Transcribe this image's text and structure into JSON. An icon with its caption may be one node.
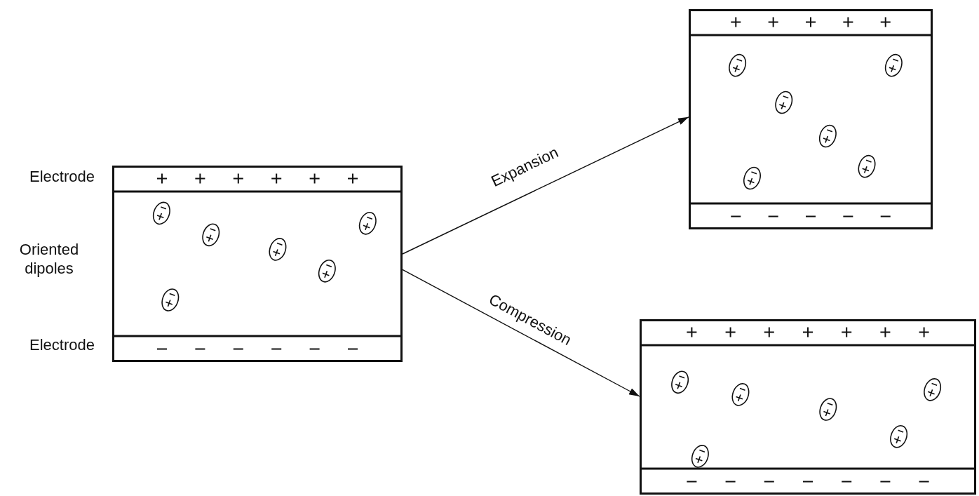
{
  "diagram": {
    "nodes": [
      {
        "text": [],
        "shape": "box"
      },
      {
        "text": [],
        "shape": "box"
      },
      {
        "text": [],
        "shape": "box"
      }
    ],
    "edges": [
      {
        "from": 0,
        "to": 1,
        "arrow": "to",
        "label": "Expansion"
      },
      {
        "from": 0,
        "to": 2,
        "arrow": "to",
        "label": "Compression"
      }
    ],
    "labels": [
      "Electrode",
      "Oriented dipoles",
      "Electrode"
    ]
  }
}
